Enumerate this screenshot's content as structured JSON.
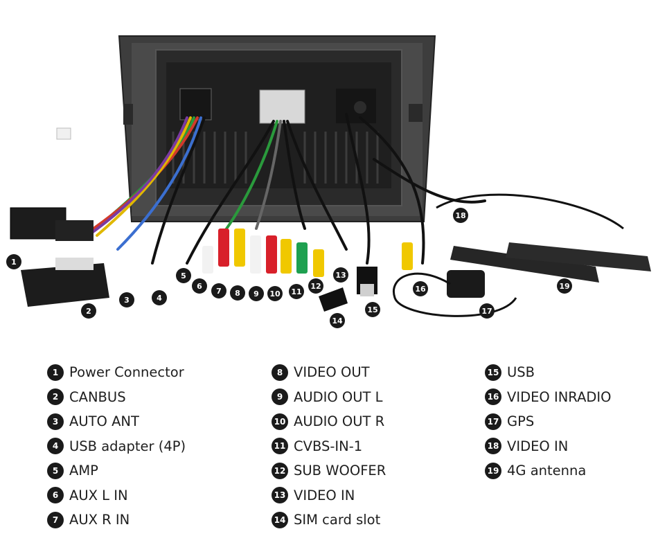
{
  "callouts": [
    "1",
    "2",
    "3",
    "4",
    "5",
    "6",
    "7",
    "8",
    "9",
    "10",
    "11",
    "12",
    "13",
    "14",
    "15",
    "16",
    "17",
    "18",
    "19"
  ],
  "legend": {
    "col1": [
      {
        "num": "1",
        "label": "Power Connector"
      },
      {
        "num": "2",
        "label": "CANBUS"
      },
      {
        "num": "3",
        "label": "AUTO ANT"
      },
      {
        "num": "4",
        "label": "USB adapter (4P)"
      },
      {
        "num": "5",
        "label": "AMP"
      },
      {
        "num": "6",
        "label": "AUX L IN"
      },
      {
        "num": "7",
        "label": "AUX R IN"
      }
    ],
    "col2": [
      {
        "num": "8",
        "label": "VIDEO OUT"
      },
      {
        "num": "9",
        "label": "AUDIO OUT L"
      },
      {
        "num": "10",
        "label": "AUDIO OUT R"
      },
      {
        "num": "11",
        "label": "CVBS-IN-1"
      },
      {
        "num": "12",
        "label": "SUB WOOFER"
      },
      {
        "num": "13",
        "label": "VIDEO IN"
      },
      {
        "num": "14",
        "label": "SIM card slot"
      }
    ],
    "col3": [
      {
        "num": "15",
        "label": "USB"
      },
      {
        "num": "16",
        "label": "VIDEO INRADIO"
      },
      {
        "num": "17",
        "label": "GPS"
      },
      {
        "num": "18",
        "label": "VIDEO IN"
      },
      {
        "num": "19",
        "label": "4G antenna"
      }
    ]
  }
}
